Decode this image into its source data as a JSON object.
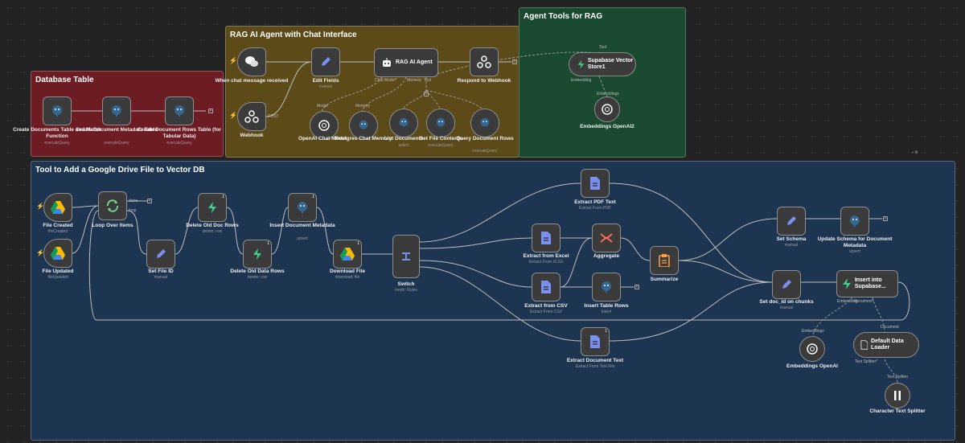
{
  "colors": {
    "canvas": "#232323",
    "db_table": "#6e1c24",
    "rag_agent": "#5c4a19",
    "agent_tools": "#1a4a30",
    "drive_tool": "#1d3550"
  },
  "stickies": {
    "database_table": "Database Table",
    "rag_agent": "RAG AI Agent with Chat Interface",
    "agent_tools": "Agent Tools for RAG",
    "drive_tool": "Tool to Add a Google Drive File to Vector DB"
  },
  "nodes": {
    "create_docs_table": {
      "label": "Create Documents Table and Match Function",
      "sub": "executeQuery"
    },
    "create_doc_metadata": {
      "label": "Create Document Metadata Table",
      "sub": "executeQuery"
    },
    "create_doc_rows": {
      "label": "Create Document Rows Table (for Tabular Data)",
      "sub": "executeQuery"
    },
    "chat_trigger": {
      "label": "When chat message received",
      "sub": ""
    },
    "webhook": {
      "label": "Webhook",
      "sub": "",
      "port": "POST"
    },
    "edit_fields": {
      "label": "Edit Fields",
      "sub": "manual"
    },
    "rag_agent": {
      "label": "RAG AI Agent",
      "sub": ""
    },
    "respond_webhook": {
      "label": "Respond to Webhook",
      "sub": ""
    },
    "openai_chat": {
      "label": "OpenAI Chat Model",
      "sub": ""
    },
    "postgres_memory": {
      "label": "Postgres Chat Memory",
      "sub": ""
    },
    "list_documents": {
      "label": "List Documents",
      "sub": "select"
    },
    "get_file_contents": {
      "label": "Get File Contents",
      "sub": "executeQuery"
    },
    "query_doc_rows": {
      "label": "Query Document Rows",
      "sub": "executeQuery"
    },
    "supabase_vector": {
      "label": "Supabase Vector Store1",
      "sub": ""
    },
    "embeddings_openai2": {
      "label": "Embeddings OpenAI2",
      "sub": ""
    },
    "file_created": {
      "label": "File Created",
      "sub": "fileCreated"
    },
    "file_updated": {
      "label": "File Updated",
      "sub": "fileUpdated"
    },
    "loop_over_items": {
      "label": "Loop Over Items",
      "sub": "",
      "done": "done",
      "loop": "loop"
    },
    "set_file_id": {
      "label": "Set File ID",
      "sub": "manual"
    },
    "delete_old_doc_rows": {
      "label": "Delete Old Doc Rows",
      "sub": "delete: row"
    },
    "delete_old_data_rows": {
      "label": "Delete Old Data Rows",
      "sub": "delete: row"
    },
    "insert_doc_metadata": {
      "label": "Insert Document Metadata",
      "sub": "upsert"
    },
    "download_file": {
      "label": "Download File",
      "sub": "download: file"
    },
    "switch": {
      "label": "Switch",
      "sub": "mode: Rules"
    },
    "extract_pdf": {
      "label": "Extract PDF Text",
      "sub": "Extract From PDF"
    },
    "extract_excel": {
      "label": "Extract from Excel",
      "sub": "Extract From XLSX"
    },
    "aggregate": {
      "label": "Aggregate",
      "sub": ""
    },
    "extract_csv": {
      "label": "Extract from CSV",
      "sub": "Extract From CSV"
    },
    "insert_table_rows": {
      "label": "Insert Table Rows",
      "sub": "insert"
    },
    "summarize": {
      "label": "Summarize",
      "sub": ""
    },
    "extract_doc_text": {
      "label": "Extract Document Text",
      "sub": "Extract From Text File"
    },
    "set_schema": {
      "label": "Set Schema",
      "sub": "manual"
    },
    "update_schema": {
      "label": "Update Schema for Document Metadata",
      "sub": "upsert"
    },
    "set_doc_id": {
      "label": "Set doc_id on chunks",
      "sub": "manual"
    },
    "insert_supabase": {
      "label": "Insert into Supabase...",
      "sub": ""
    },
    "embeddings_openai": {
      "label": "Embeddings OpenAI",
      "sub": ""
    },
    "default_data_loader": {
      "label": "Default Data Loader",
      "sub": ""
    },
    "char_text_splitter": {
      "label": "Character Text Splitter",
      "sub": ""
    }
  },
  "ports": {
    "agent_chat_model": "Chat Model*",
    "agent_memory": "Memory",
    "agent_tool": "Tool",
    "chat_model": "Model",
    "memory": "Memory",
    "tool": "Tool",
    "vs_tool": "Tool",
    "vs_embedding": "Embedding",
    "embeddings": "Embeddings",
    "ins_embedding": "Embedding",
    "ins_document": "Document*",
    "emb_embeddings": "Embeddings",
    "ddl_document": "Document",
    "ddl_text_splitter": "Text Splitter*",
    "cts_text_splitter": "Text Splitter"
  },
  "badges": {
    "delete_old_doc_rows": "1",
    "delete_old_data_rows": "1",
    "insert_doc_metadata": "1",
    "download_file": "1",
    "extract_doc_text": "1"
  }
}
